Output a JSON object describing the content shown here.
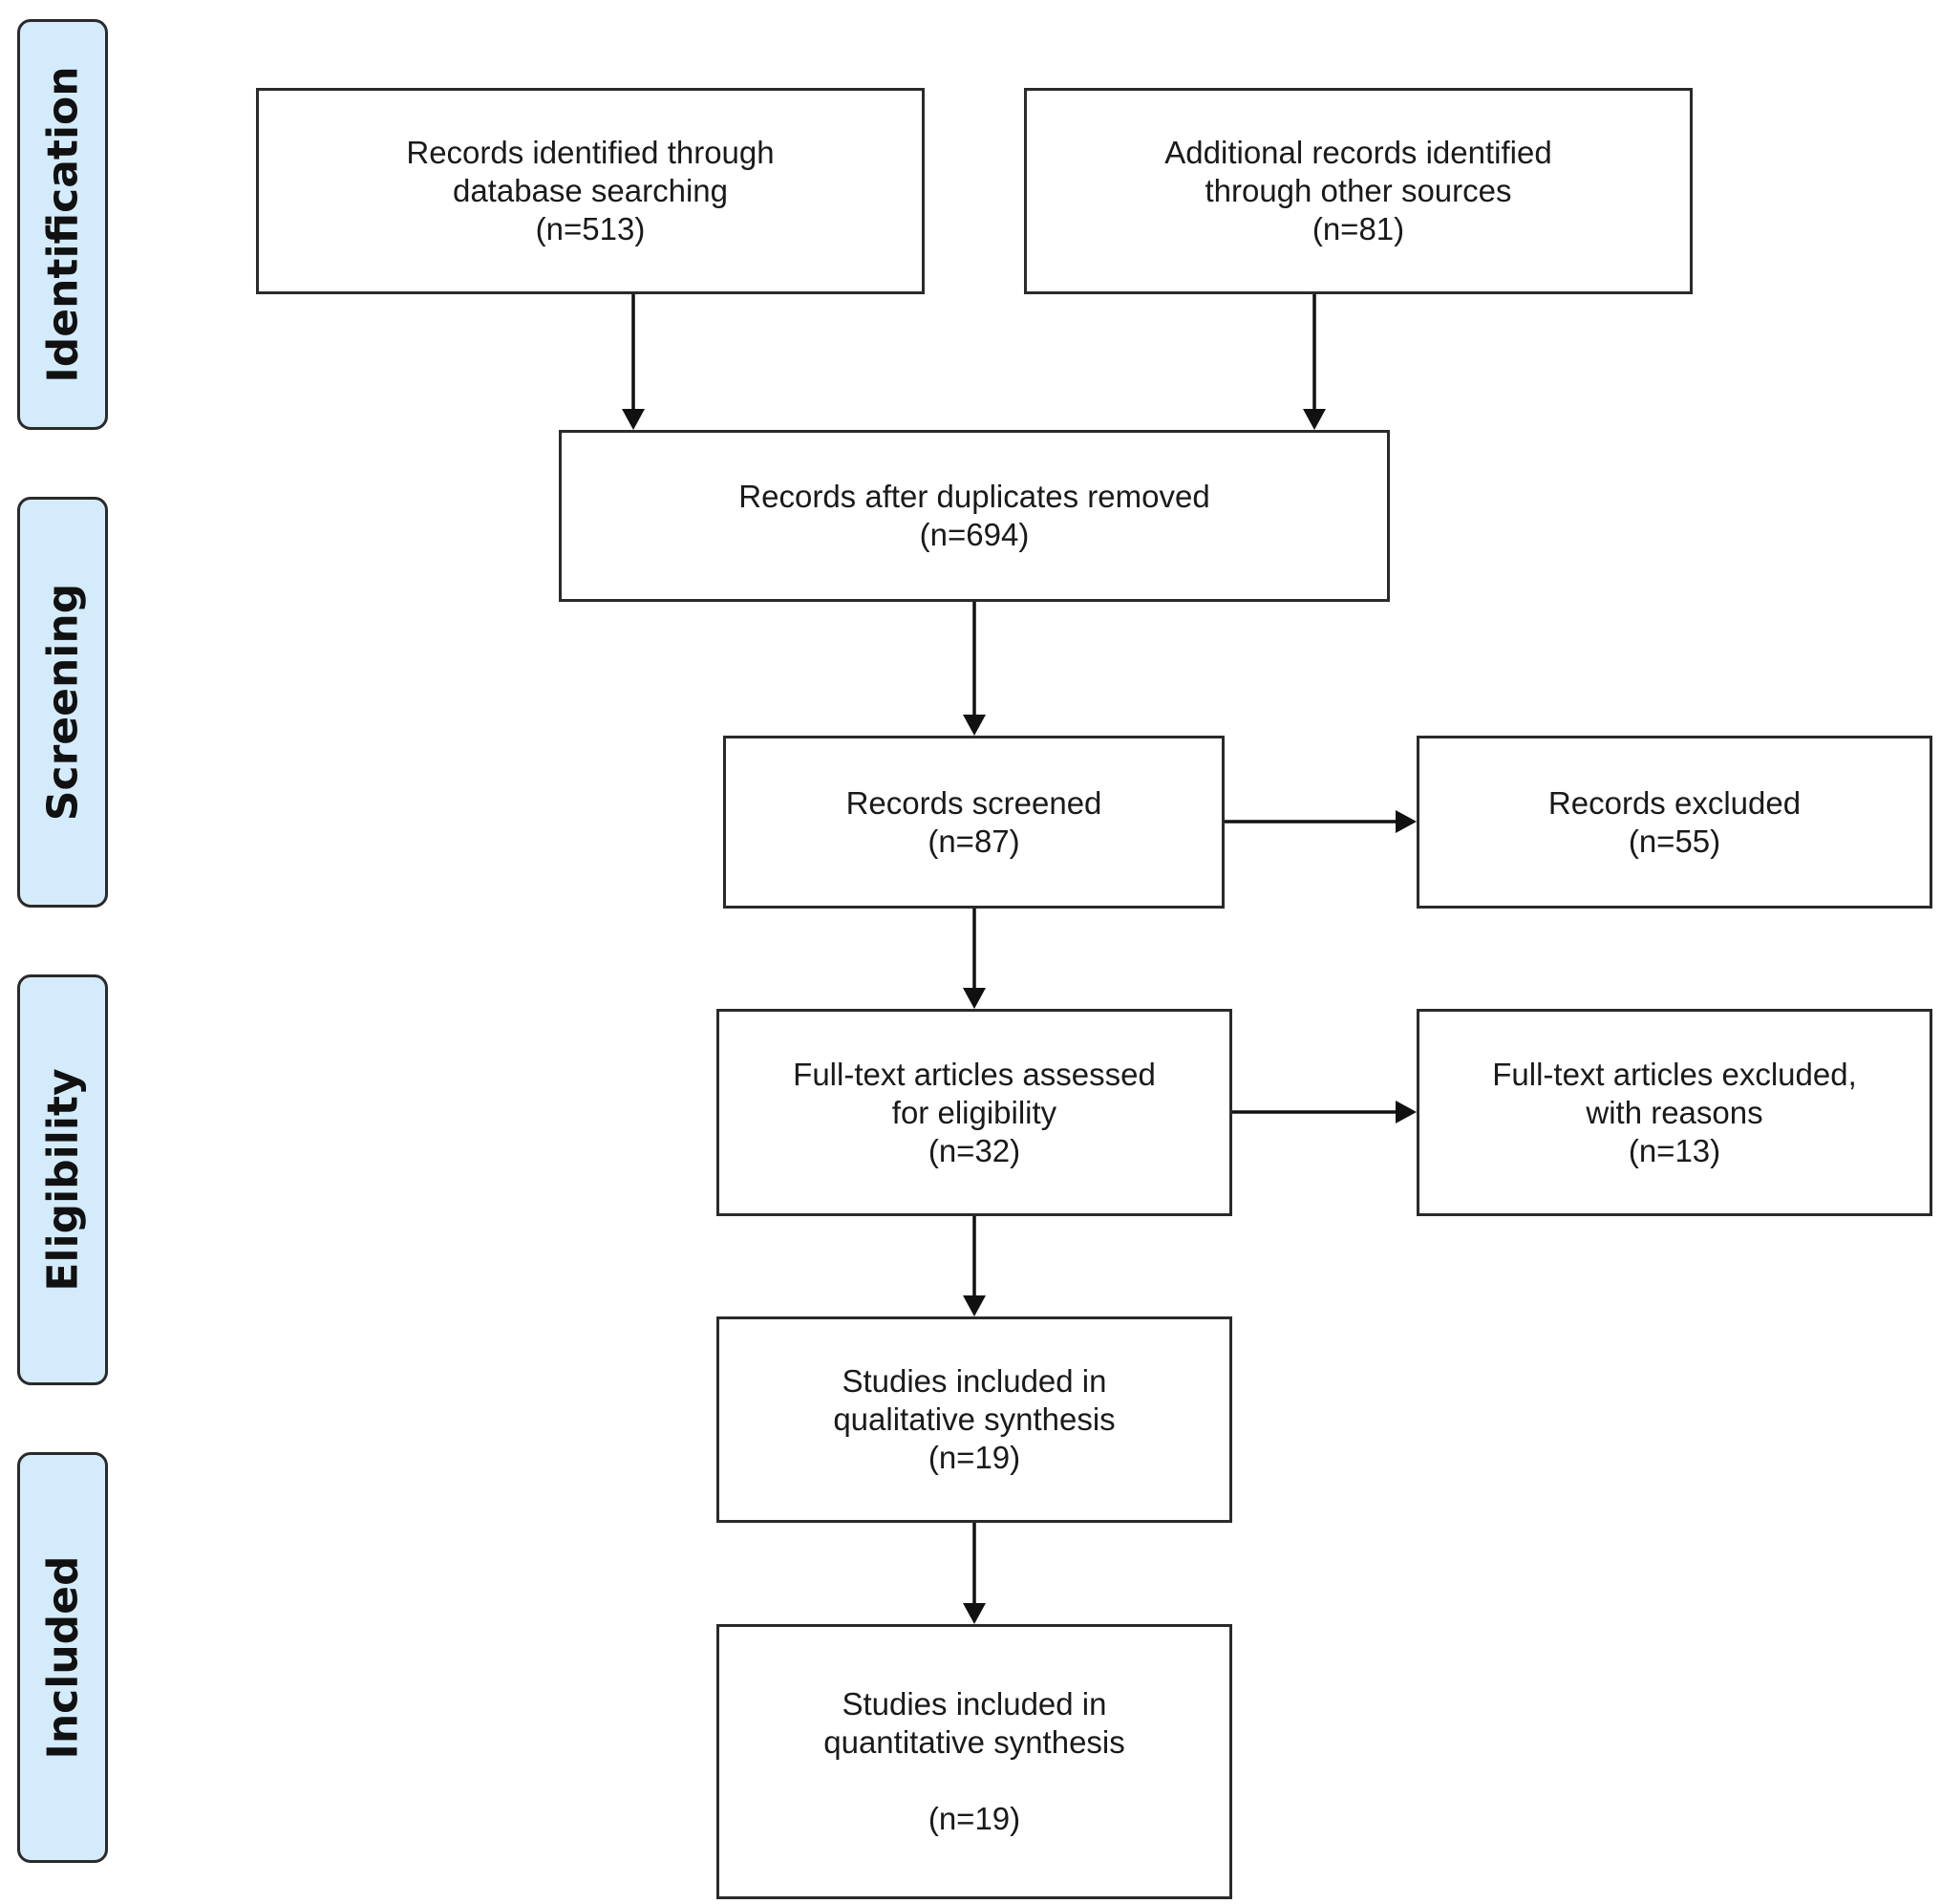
{
  "phases": [
    {
      "id": "identification",
      "label": "Identification"
    },
    {
      "id": "screening",
      "label": "Screening"
    },
    {
      "id": "eligibility",
      "label": "Eligibility"
    },
    {
      "id": "included",
      "label": "Included"
    }
  ],
  "boxes": {
    "database": {
      "line1": "Records identified through",
      "line2": "database searching",
      "count": "(n=513)"
    },
    "other_sources": {
      "line1": "Additional records identified",
      "line2": "through other sources",
      "count": "(n=81)"
    },
    "deduplicated": {
      "line1": "Records after duplicates removed",
      "count": "(n=694)"
    },
    "screened": {
      "line1": "Records screened",
      "count": "(n=87)"
    },
    "excluded": {
      "line1": "Records excluded",
      "count": "(n=55)"
    },
    "fulltext": {
      "line1": "Full-text articles assessed",
      "line2": "for eligibility",
      "count": "(n=32)"
    },
    "fulltext_excluded": {
      "line1": "Full-text articles excluded,",
      "line2": "with reasons",
      "count": "(n=13)"
    },
    "qualitative": {
      "line1": "Studies included in",
      "line2": "qualitative synthesis",
      "count": "(n=19)"
    },
    "quantitative": {
      "line1": "Studies included in",
      "line2": "quantitative synthesis",
      "count": "(n=19)"
    }
  },
  "colors": {
    "phase_fill": "#d4ebfc",
    "border": "#2a2a2a",
    "text": "#1a1a1a"
  }
}
